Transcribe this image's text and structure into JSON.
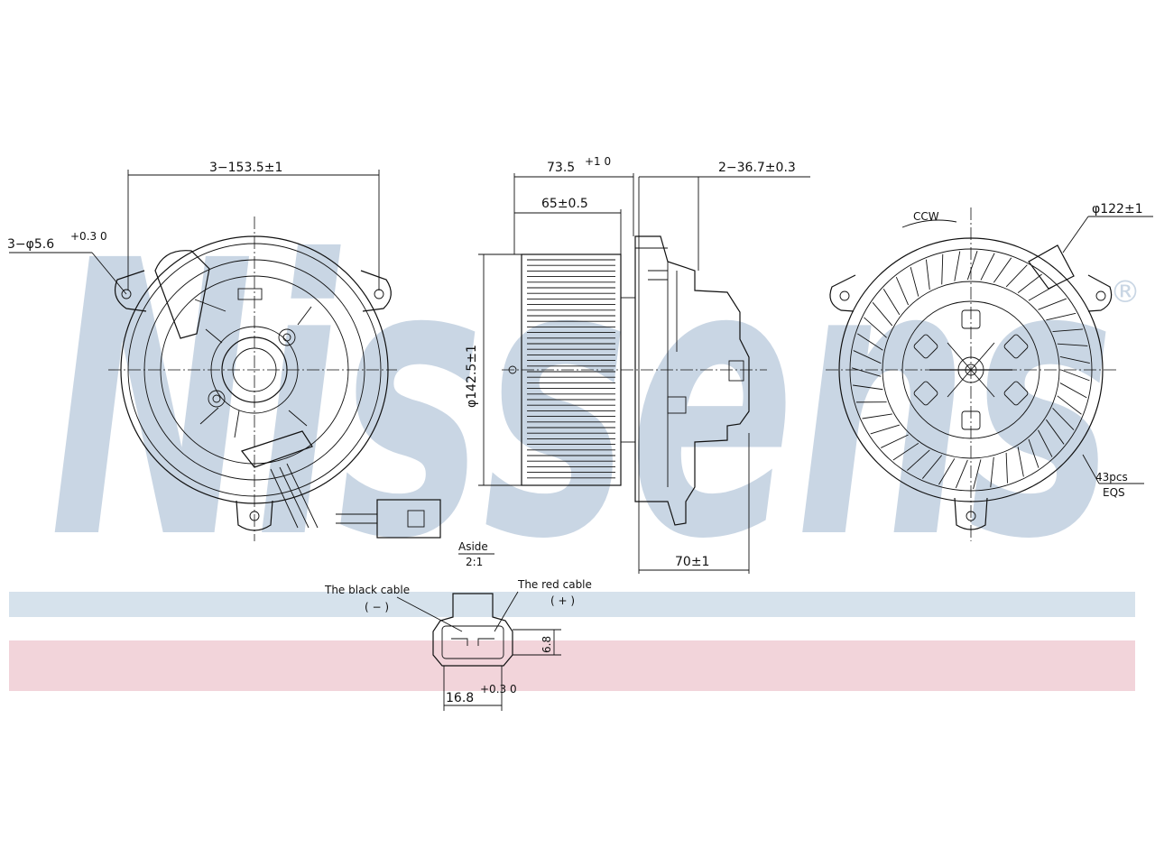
{
  "watermark": {
    "text": "Nissens",
    "registered_mark": "®",
    "color": "#c9d6e4"
  },
  "bands": {
    "blue": "#d6e2ec",
    "pink": "#f2d4da"
  },
  "dimensions": {
    "left_bolt_span": "3−153.5±1",
    "left_hole_dia": "3−φ5.6",
    "left_hole_tol": "+0.3 0",
    "side_total_width": "73.5",
    "side_total_tol": "+1 0",
    "side_rotor_width": "65±0.5",
    "side_rotor_dia": "φ142.5±1",
    "side_hole_spec": "2−36.7±0.3",
    "side_motor_width": "70±1",
    "right_outer_dia": "φ122±1",
    "right_rotation": "CCW",
    "right_blades": "43pcs",
    "right_blades_eq": "EQS"
  },
  "connector": {
    "view_label": "Aside",
    "view_scale": "2:1",
    "black_cable": "The black cable",
    "black_sign": "( − )",
    "red_cable": "The red cable",
    "red_sign": "( + )",
    "width": "16.8",
    "width_tol": "+0.3 0",
    "height": "6.8"
  }
}
